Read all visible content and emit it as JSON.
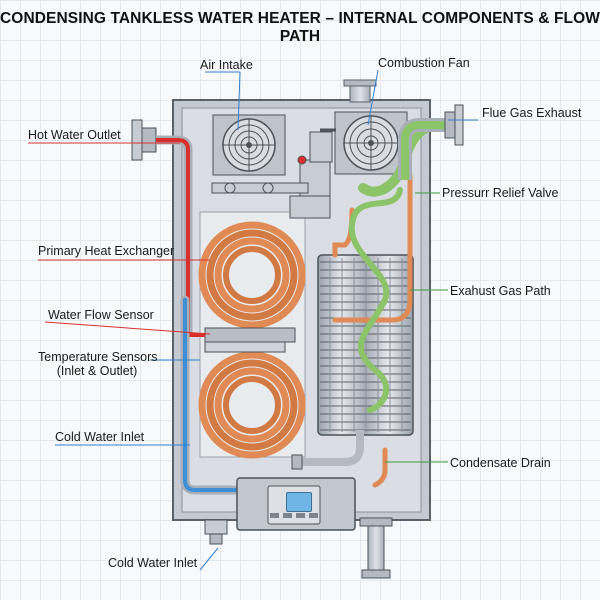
{
  "title": "CONDENSING TANKLESS WATER HEATER – INTERNAL COMPONENTS & FLOW PATH",
  "labels": {
    "air_intake": "Air Intake",
    "combustion_fan": "Combustion Fan",
    "hot_water_outlet": "Hot Water Outlet",
    "flue_gas_exhaust": "Flue Gas Exhaust",
    "pressure_relief_valve": "Pressurr Relief Valve",
    "primary_heat_exchanger": "Primary Heat Exchanger",
    "exhaust_gas_path": "Exahust Gas Path",
    "water_flow_sensor": "Water Flow Sensor",
    "temperature_sensors": "Temperature Sensors",
    "temperature_sensors_sub": "(Inlet & Outlet)",
    "cold_water_inlet_a": "Cold Water Inlet",
    "condensate_drain": "Condensate Drain",
    "cold_water_inlet_b": "Cold Water Inlet"
  },
  "colors": {
    "hot_water": "#d9302c",
    "cold_water": "#3f8fd6",
    "copper": "#e08a55",
    "exhaust": "#8cc46a",
    "steel": "#c9ced6",
    "leader_red": "#d9302c",
    "leader_blue": "#2f7fd0",
    "leader_green": "#3a9a3a"
  },
  "icons": [
    "fan-icon",
    "control-panel-icon"
  ]
}
